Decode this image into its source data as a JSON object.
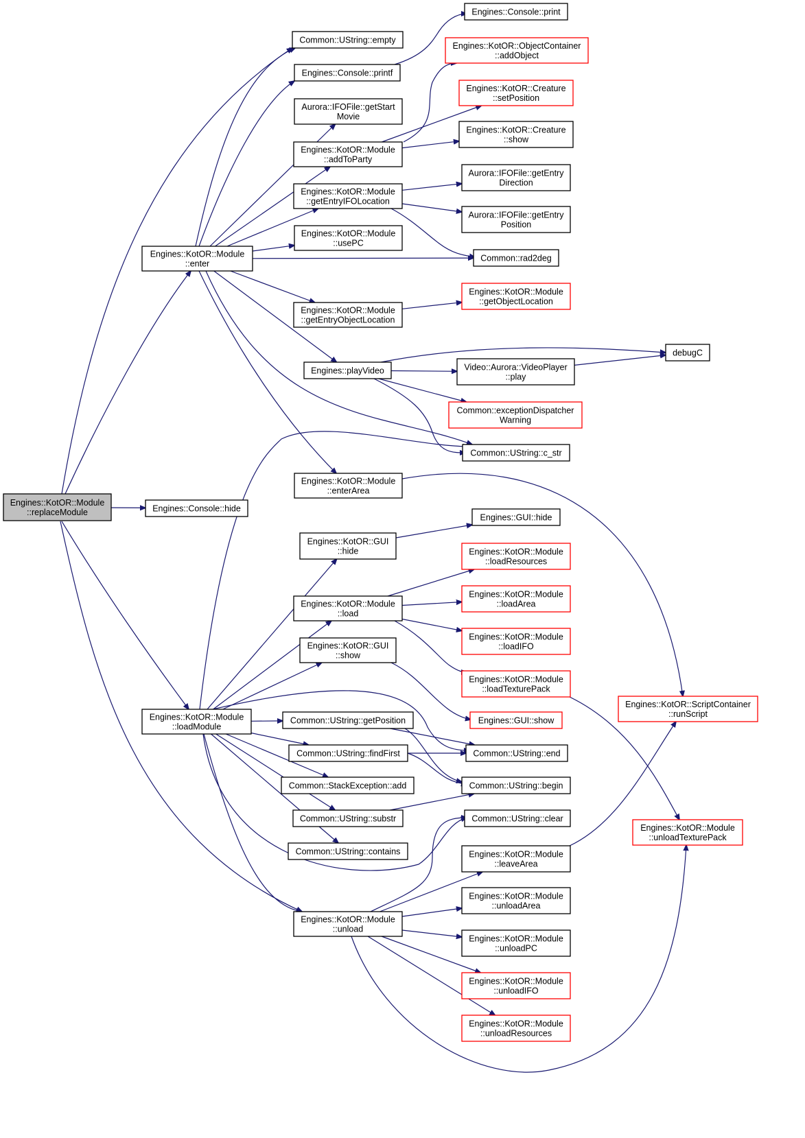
{
  "colors": {
    "edge": "#191970",
    "border_normal": "#000000",
    "border_truncated": "#ff0000",
    "root_fill": "#bfbfbf",
    "node_fill": "#ffffff"
  },
  "nodes": [
    {
      "id": "replaceModule",
      "lines": [
        "Engines::KotOR::Module",
        "::replaceModule"
      ],
      "style": "root"
    },
    {
      "id": "enter",
      "lines": [
        "Engines::KotOR::Module",
        "::enter"
      ],
      "style": "normal"
    },
    {
      "id": "consoleHide",
      "lines": [
        "Engines::Console::hide"
      ],
      "style": "normal"
    },
    {
      "id": "loadModule",
      "lines": [
        "Engines::KotOR::Module",
        "::loadModule"
      ],
      "style": "normal"
    },
    {
      "id": "unload",
      "lines": [
        "Engines::KotOR::Module",
        "::unload"
      ],
      "style": "normal"
    },
    {
      "id": "ustringEmpty",
      "lines": [
        "Common::UString::empty"
      ],
      "style": "normal"
    },
    {
      "id": "consolePrintf",
      "lines": [
        "Engines::Console::printf"
      ],
      "style": "normal"
    },
    {
      "id": "getStartMovie",
      "lines": [
        "Aurora::IFOFile::getStart",
        "Movie"
      ],
      "style": "normal"
    },
    {
      "id": "addToParty",
      "lines": [
        "Engines::KotOR::Module",
        "::addToParty"
      ],
      "style": "normal"
    },
    {
      "id": "getEntryIFOLocation",
      "lines": [
        "Engines::KotOR::Module",
        "::getEntryIFOLocation"
      ],
      "style": "normal"
    },
    {
      "id": "usePC",
      "lines": [
        "Engines::KotOR::Module",
        "::usePC"
      ],
      "style": "normal"
    },
    {
      "id": "getEntryObjectLocation",
      "lines": [
        "Engines::KotOR::Module",
        "::getEntryObjectLocation"
      ],
      "style": "normal"
    },
    {
      "id": "playVideo",
      "lines": [
        "Engines::playVideo"
      ],
      "style": "normal"
    },
    {
      "id": "enterArea",
      "lines": [
        "Engines::KotOR::Module",
        "::enterArea"
      ],
      "style": "normal"
    },
    {
      "id": "kotorGuiHide",
      "lines": [
        "Engines::KotOR::GUI",
        "::hide"
      ],
      "style": "normal"
    },
    {
      "id": "load",
      "lines": [
        "Engines::KotOR::Module",
        "::load"
      ],
      "style": "normal"
    },
    {
      "id": "kotorGuiShow",
      "lines": [
        "Engines::KotOR::GUI",
        "::show"
      ],
      "style": "normal"
    },
    {
      "id": "getPosition",
      "lines": [
        "Common::UString::getPosition"
      ],
      "style": "normal"
    },
    {
      "id": "findFirst",
      "lines": [
        "Common::UString::findFirst"
      ],
      "style": "normal"
    },
    {
      "id": "stackAdd",
      "lines": [
        "Common::StackException::add"
      ],
      "style": "normal"
    },
    {
      "id": "substr",
      "lines": [
        "Common::UString::substr"
      ],
      "style": "normal"
    },
    {
      "id": "contains",
      "lines": [
        "Common::UString::contains"
      ],
      "style": "normal"
    },
    {
      "id": "consolePrint",
      "lines": [
        "Engines::Console::print"
      ],
      "style": "normal"
    },
    {
      "id": "addObject",
      "lines": [
        "Engines::KotOR::ObjectContainer",
        "::addObject"
      ],
      "style": "truncated"
    },
    {
      "id": "setPosition",
      "lines": [
        "Engines::KotOR::Creature",
        "::setPosition"
      ],
      "style": "truncated"
    },
    {
      "id": "creatureShow",
      "lines": [
        "Engines::KotOR::Creature",
        "::show"
      ],
      "style": "normal"
    },
    {
      "id": "getEntryDirection",
      "lines": [
        "Aurora::IFOFile::getEntry",
        "Direction"
      ],
      "style": "normal"
    },
    {
      "id": "getEntryPosition",
      "lines": [
        "Aurora::IFOFile::getEntry",
        "Position"
      ],
      "style": "normal"
    },
    {
      "id": "rad2deg",
      "lines": [
        "Common::rad2deg"
      ],
      "style": "normal"
    },
    {
      "id": "getObjectLocation",
      "lines": [
        "Engines::KotOR::Module",
        "::getObjectLocation"
      ],
      "style": "truncated"
    },
    {
      "id": "videoPlay",
      "lines": [
        "Video::Aurora::VideoPlayer",
        "::play"
      ],
      "style": "normal"
    },
    {
      "id": "exceptionDispatcher",
      "lines": [
        "Common::exceptionDispatcher",
        "Warning"
      ],
      "style": "truncated"
    },
    {
      "id": "cstr",
      "lines": [
        "Common::UString::c_str"
      ],
      "style": "normal"
    },
    {
      "id": "guiHide",
      "lines": [
        "Engines::GUI::hide"
      ],
      "style": "normal"
    },
    {
      "id": "loadResources",
      "lines": [
        "Engines::KotOR::Module",
        "::loadResources"
      ],
      "style": "truncated"
    },
    {
      "id": "loadArea",
      "lines": [
        "Engines::KotOR::Module",
        "::loadArea"
      ],
      "style": "truncated"
    },
    {
      "id": "loadIFO",
      "lines": [
        "Engines::KotOR::Module",
        "::loadIFO"
      ],
      "style": "truncated"
    },
    {
      "id": "loadTexturePack",
      "lines": [
        "Engines::KotOR::Module",
        "::loadTexturePack"
      ],
      "style": "truncated"
    },
    {
      "id": "guiShow",
      "lines": [
        "Engines::GUI::show"
      ],
      "style": "truncated"
    },
    {
      "id": "ustringEnd",
      "lines": [
        "Common::UString::end"
      ],
      "style": "normal"
    },
    {
      "id": "ustringBegin",
      "lines": [
        "Common::UString::begin"
      ],
      "style": "normal"
    },
    {
      "id": "ustringClear",
      "lines": [
        "Common::UString::clear"
      ],
      "style": "normal"
    },
    {
      "id": "leaveArea",
      "lines": [
        "Engines::KotOR::Module",
        "::leaveArea"
      ],
      "style": "normal"
    },
    {
      "id": "unloadArea",
      "lines": [
        "Engines::KotOR::Module",
        "::unloadArea"
      ],
      "style": "normal"
    },
    {
      "id": "unloadPC",
      "lines": [
        "Engines::KotOR::Module",
        "::unloadPC"
      ],
      "style": "normal"
    },
    {
      "id": "unloadIFO",
      "lines": [
        "Engines::KotOR::Module",
        "::unloadIFO"
      ],
      "style": "truncated"
    },
    {
      "id": "unloadResources",
      "lines": [
        "Engines::KotOR::Module",
        "::unloadResources"
      ],
      "style": "truncated"
    },
    {
      "id": "debugC",
      "lines": [
        "debugC"
      ],
      "style": "normal"
    },
    {
      "id": "runScript",
      "lines": [
        "Engines::KotOR::ScriptContainer",
        "::runScript"
      ],
      "style": "truncated"
    },
    {
      "id": "unloadTexturePack",
      "lines": [
        "Engines::KotOR::Module",
        "::unloadTexturePack"
      ],
      "style": "truncated"
    }
  ],
  "edges": [
    [
      "replaceModule",
      "ustringEmpty"
    ],
    [
      "replaceModule",
      "enter"
    ],
    [
      "replaceModule",
      "consoleHide"
    ],
    [
      "replaceModule",
      "loadModule"
    ],
    [
      "replaceModule",
      "unload"
    ],
    [
      "enter",
      "ustringEmpty"
    ],
    [
      "enter",
      "consolePrintf"
    ],
    [
      "enter",
      "getStartMovie"
    ],
    [
      "enter",
      "addToParty"
    ],
    [
      "enter",
      "getEntryIFOLocation"
    ],
    [
      "enter",
      "usePC"
    ],
    [
      "enter",
      "rad2deg"
    ],
    [
      "enter",
      "getEntryObjectLocation"
    ],
    [
      "enter",
      "playVideo"
    ],
    [
      "enter",
      "cstr"
    ],
    [
      "enter",
      "enterArea"
    ],
    [
      "consolePrintf",
      "consolePrint"
    ],
    [
      "addToParty",
      "addObject"
    ],
    [
      "addToParty",
      "setPosition"
    ],
    [
      "addToParty",
      "creatureShow"
    ],
    [
      "getEntryIFOLocation",
      "getEntryDirection"
    ],
    [
      "getEntryIFOLocation",
      "getEntryPosition"
    ],
    [
      "getEntryIFOLocation",
      "rad2deg"
    ],
    [
      "getEntryObjectLocation",
      "getObjectLocation"
    ],
    [
      "playVideo",
      "debugC"
    ],
    [
      "playVideo",
      "videoPlay"
    ],
    [
      "playVideo",
      "exceptionDispatcher"
    ],
    [
      "playVideo",
      "cstr"
    ],
    [
      "videoPlay",
      "debugC"
    ],
    [
      "enterArea",
      "runScript"
    ],
    [
      "loadModule",
      "cstr"
    ],
    [
      "loadModule",
      "kotorGuiHide"
    ],
    [
      "loadModule",
      "load"
    ],
    [
      "loadModule",
      "kotorGuiShow"
    ],
    [
      "loadModule",
      "ustringEnd"
    ],
    [
      "loadModule",
      "getPosition"
    ],
    [
      "loadModule",
      "findFirst"
    ],
    [
      "loadModule",
      "stackAdd"
    ],
    [
      "loadModule",
      "substr"
    ],
    [
      "loadModule",
      "contains"
    ],
    [
      "loadModule",
      "ustringClear"
    ],
    [
      "loadModule",
      "unload"
    ],
    [
      "kotorGuiHide",
      "guiHide"
    ],
    [
      "load",
      "loadResources"
    ],
    [
      "load",
      "loadArea"
    ],
    [
      "load",
      "loadIFO"
    ],
    [
      "load",
      "loadTexturePack"
    ],
    [
      "kotorGuiShow",
      "guiShow"
    ],
    [
      "getPosition",
      "ustringEnd"
    ],
    [
      "getPosition",
      "ustringBegin"
    ],
    [
      "findFirst",
      "ustringEnd"
    ],
    [
      "findFirst",
      "ustringBegin"
    ],
    [
      "substr",
      "ustringBegin"
    ],
    [
      "loadTexturePack",
      "unloadTexturePack"
    ],
    [
      "unload",
      "ustringClear"
    ],
    [
      "unload",
      "leaveArea"
    ],
    [
      "unload",
      "unloadArea"
    ],
    [
      "unload",
      "unloadPC"
    ],
    [
      "unload",
      "unloadIFO"
    ],
    [
      "unload",
      "unloadResources"
    ],
    [
      "unload",
      "unloadTexturePack"
    ],
    [
      "leaveArea",
      "runScript"
    ]
  ]
}
